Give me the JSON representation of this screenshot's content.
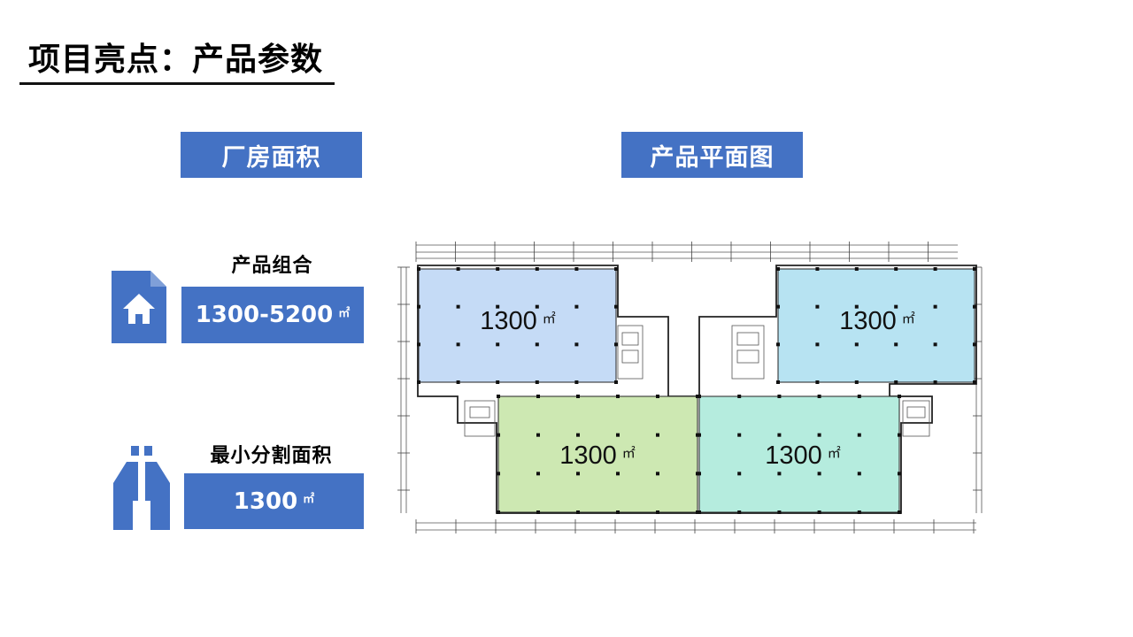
{
  "page": {
    "title": "项目亮点：产品参数"
  },
  "headers": {
    "left": "厂房面积",
    "right": "产品平面图"
  },
  "product_combo": {
    "label": "产品组合",
    "value": "1300-5200",
    "unit": "㎡"
  },
  "min_split": {
    "label": "最小分割面积",
    "value": "1300",
    "unit": "㎡"
  },
  "floorplan": {
    "units": [
      {
        "value": "1300",
        "unit": "㎡",
        "fill": "#c5dbf6"
      },
      {
        "value": "1300",
        "unit": "㎡",
        "fill": "#b7e3f2"
      },
      {
        "value": "1300",
        "unit": "㎡",
        "fill": "#cde8b2"
      },
      {
        "value": "1300",
        "unit": "㎡",
        "fill": "#b5ecde"
      }
    ]
  },
  "colors": {
    "accent": "#4472c4"
  },
  "icons": {
    "product_combo": "house-document-icon",
    "min_split": "split-building-icon"
  }
}
